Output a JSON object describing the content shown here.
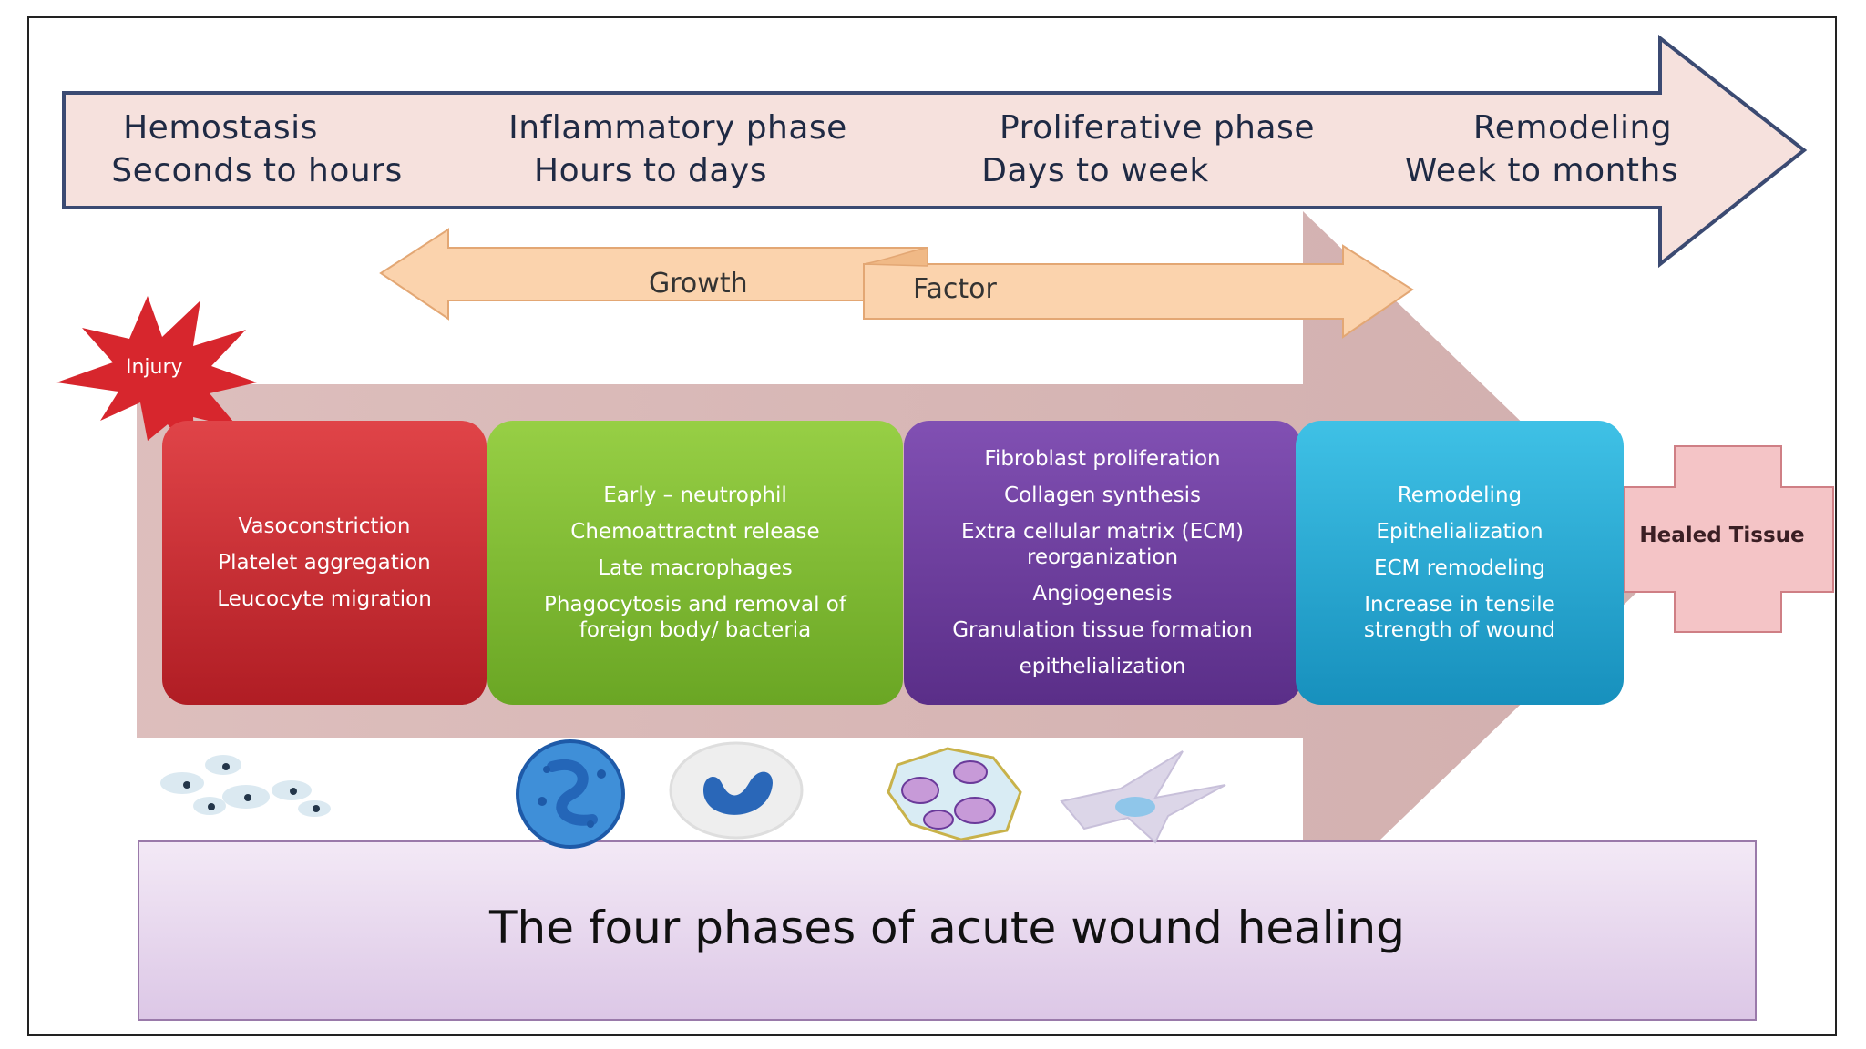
{
  "timeline": {
    "phases": [
      {
        "name": "Hemostasis",
        "time": "Seconds to hours"
      },
      {
        "name": "Inflammatory phase",
        "time": "Hours to days"
      },
      {
        "name": "Proliferative phase",
        "time": "Days to week"
      },
      {
        "name": "Remodeling",
        "time": "Week to months"
      }
    ]
  },
  "growth_factor": {
    "left_word": "Growth",
    "right_word": "Factor"
  },
  "injury_label": "Injury",
  "healed_label": "Healed Tissue",
  "boxes": [
    {
      "color": "#c8262e",
      "items": [
        "Vasoconstriction",
        "Platelet aggregation",
        "Leucocyte migration"
      ]
    },
    {
      "color": "#7cb82f",
      "items": [
        "Early – neutrophil",
        "Chemoattractnt release",
        "Late macrophages",
        "Phagocytosis and removal of foreign body/ bacteria"
      ]
    },
    {
      "color": "#6a3a9a",
      "items": [
        "Fibroblast proliferation",
        "Collagen synthesis",
        "Extra cellular matrix (ECM) reorganization",
        "Angiogenesis",
        "Granulation tissue formation",
        "epithelialization"
      ]
    },
    {
      "color": "#1fa6cf",
      "items": [
        "Remodeling",
        "Epithelialization",
        "ECM remodeling",
        "Increase in tensile strength of wound"
      ]
    }
  ],
  "title": "The four phases of acute wound healing",
  "cell_icons": [
    "platelets-icon",
    "neutrophil-icon",
    "macrophage-icon",
    "fibroblast-cluster-icon",
    "fibroblast-icon"
  ],
  "colors": {
    "timeline_fill": "#f6e1dd",
    "timeline_stroke": "#3b4a72",
    "growth_fill": "#fbd3ad",
    "big_arrow": "#d9b6b4",
    "injury": "#d7262d",
    "healed": "#f4c4c6",
    "title_box": "#eadcf0"
  }
}
